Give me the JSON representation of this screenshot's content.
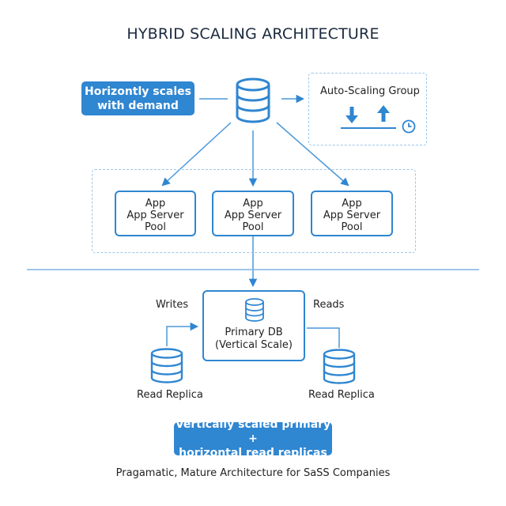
{
  "diagram": {
    "title": "HYBRID SCALING ARCHITECTURE",
    "top_callout": {
      "line1": "Horizontly scales",
      "line2": "with demand"
    },
    "load_balancer": {
      "icon": "database-icon"
    },
    "autoscaling_group": {
      "label": "Auto-Scaling Group",
      "icons": [
        "arrow-down-icon",
        "arrow-up-icon",
        "clock-icon"
      ]
    },
    "app_pools": [
      {
        "line1": "App",
        "line2": "App Server",
        "line3": "Pool"
      },
      {
        "line1": "App",
        "line2": "App Server",
        "line3": "Pool"
      },
      {
        "line1": "App",
        "line2": "App Server",
        "line3": "Pool"
      }
    ],
    "primary_db": {
      "line1": "Primary DB",
      "line2": "(Vertical Scale)",
      "icon": "database-icon"
    },
    "writes_label": "Writes",
    "reads_label": "Reads",
    "replicas": [
      {
        "label": "Read Replica",
        "icon": "database-icon"
      },
      {
        "label": "Read Replica",
        "icon": "database-icon"
      }
    ],
    "bottom_callout": {
      "line1": "Vertically scaled primary +",
      "line2": "horizontal read replicas"
    },
    "subtitle": "Pragamatic, Mature Architecture for SaSS Companies",
    "colors": {
      "accent": "#2f86d1",
      "dashed": "#9ec7ea",
      "text": "#1b2a3e"
    }
  }
}
